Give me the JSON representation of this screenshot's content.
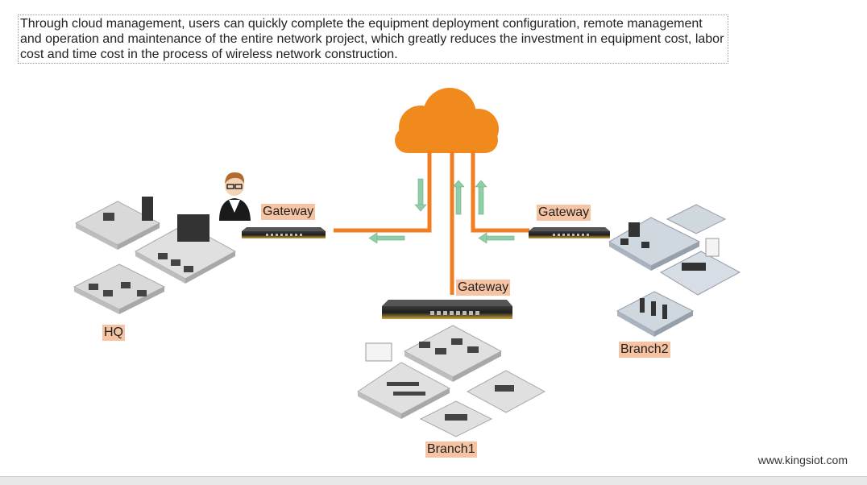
{
  "intro_text": "Through cloud management, users can quickly complete the equipment deployment configuration, remote management and operation and maintenance of the entire network project, which greatly reduces the investment in equipment cost, labor cost and time cost in the process of wireless network construction.",
  "gateway_labels": {
    "left": "Gateway",
    "right": "Gateway",
    "center": "Gateway"
  },
  "site_labels": {
    "hq": "HQ",
    "branch1": "Branch1",
    "branch2": "Branch2"
  },
  "website": "www.kingsiot.com",
  "colors": {
    "cloud": "#f08a1c",
    "link": "#ef7d22",
    "arrow": "#8fcfa8",
    "label_bg": "#f6c3a3",
    "gateway_gold": "#c9a23a"
  },
  "icons": [
    "cloud-icon",
    "person-icon",
    "gateway-device-icon",
    "office-icon"
  ]
}
